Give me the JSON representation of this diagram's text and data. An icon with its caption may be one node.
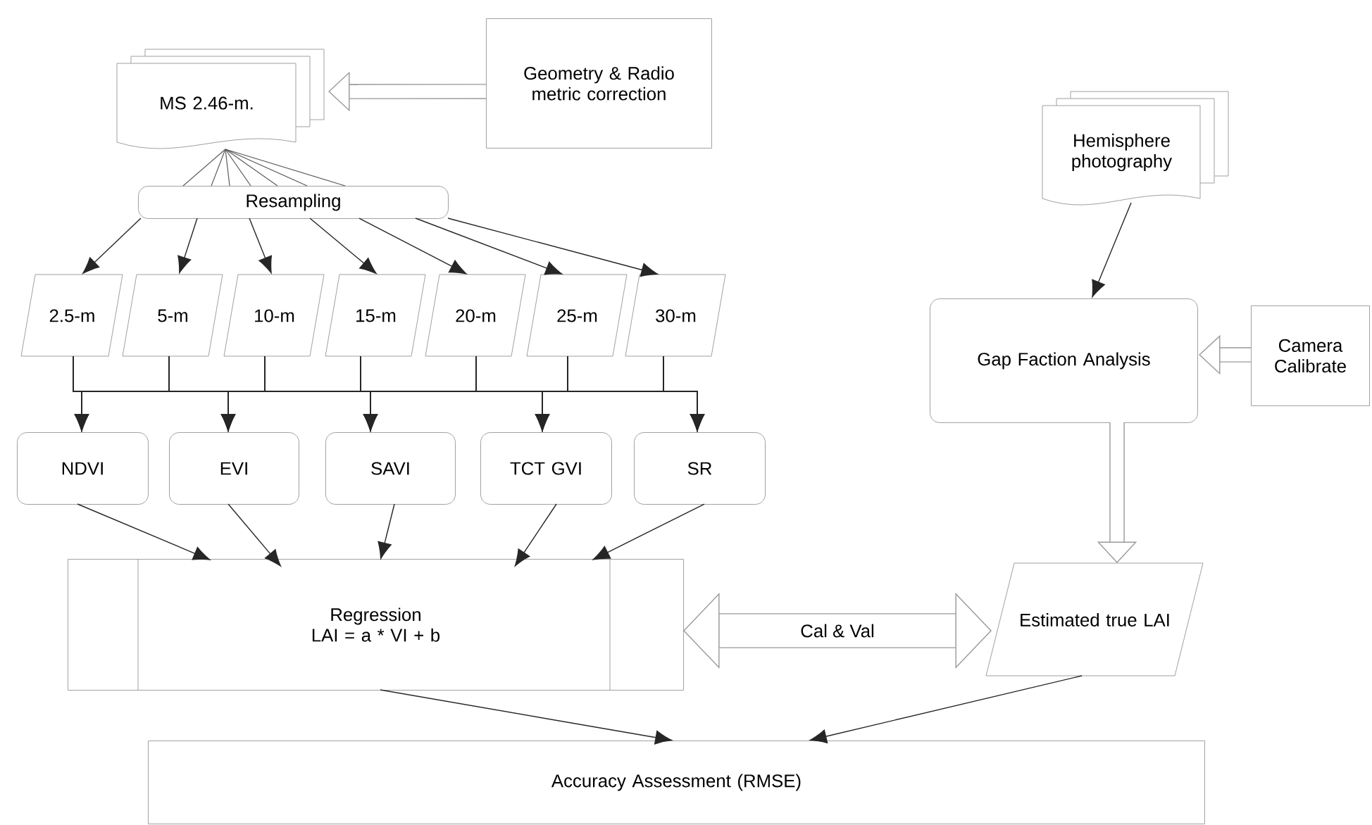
{
  "diagram": {
    "nodes": [
      {
        "text": [
          "MS 2.46-m."
        ]
      },
      {
        "text": [
          "Geometry & Radio metric correction"
        ]
      },
      {
        "text": [
          "Resampling"
        ]
      },
      {
        "text": [
          "2.5-m"
        ]
      },
      {
        "text": [
          "5-m"
        ]
      },
      {
        "text": [
          "10-m"
        ]
      },
      {
        "text": [
          "15-m"
        ]
      },
      {
        "text": [
          "20-m"
        ]
      },
      {
        "text": [
          "25-m"
        ]
      },
      {
        "text": [
          "30-m"
        ]
      },
      {
        "text": [
          "NDVI"
        ]
      },
      {
        "text": [
          "EVI"
        ]
      },
      {
        "text": [
          "SAVI"
        ]
      },
      {
        "text": [
          "TCT GVI"
        ]
      },
      {
        "text": [
          "SR"
        ]
      },
      {
        "text": [
          "Regression",
          "LAI = a * VI + b"
        ]
      },
      {
        "text": [
          "Accuracy Assessment (RMSE)"
        ]
      },
      {
        "text": [
          "Hemisphere photography"
        ]
      },
      {
        "text": [
          "Gap Faction Analysis"
        ]
      },
      {
        "text": [
          "Camera Calibrate"
        ]
      },
      {
        "text": [
          "Estimated true LAI"
        ]
      }
    ],
    "edges": [
      {
        "from": 1,
        "to": 0,
        "arrow": "to",
        "style": "thick",
        "color": "#999999"
      },
      {
        "from": 0,
        "to": 2,
        "arrow": "none"
      },
      {
        "from": 0,
        "to": 2,
        "arrow": "none"
      },
      {
        "from": 0,
        "to": 2,
        "arrow": "none"
      },
      {
        "from": 0,
        "to": 2,
        "arrow": "none"
      },
      {
        "from": 0,
        "to": 2,
        "arrow": "none"
      },
      {
        "from": 0,
        "to": 2,
        "arrow": "none"
      },
      {
        "from": 0,
        "to": 2,
        "arrow": "none"
      },
      {
        "from": 2,
        "to": 3,
        "arrow": "to"
      },
      {
        "from": 2,
        "to": 4,
        "arrow": "to"
      },
      {
        "from": 2,
        "to": 5,
        "arrow": "to"
      },
      {
        "from": 2,
        "to": 6,
        "arrow": "to"
      },
      {
        "from": 2,
        "to": 7,
        "arrow": "to"
      },
      {
        "from": 2,
        "to": 8,
        "arrow": "to"
      },
      {
        "from": 2,
        "to": 9,
        "arrow": "to"
      },
      {
        "from": 3,
        "to": 10,
        "arrow": "to"
      },
      {
        "from": 3,
        "to": 11,
        "arrow": "to"
      },
      {
        "from": 3,
        "to": 12,
        "arrow": "to"
      },
      {
        "from": 3,
        "to": 13,
        "arrow": "to"
      },
      {
        "from": 3,
        "to": 14,
        "arrow": "to"
      },
      {
        "from": 4,
        "to": 10,
        "arrow": "to"
      },
      {
        "from": 4,
        "to": 11,
        "arrow": "to"
      },
      {
        "from": 4,
        "to": 12,
        "arrow": "to"
      },
      {
        "from": 4,
        "to": 13,
        "arrow": "to"
      },
      {
        "from": 4,
        "to": 14,
        "arrow": "to"
      },
      {
        "from": 5,
        "to": 10,
        "arrow": "to"
      },
      {
        "from": 5,
        "to": 11,
        "arrow": "to"
      },
      {
        "from": 5,
        "to": 12,
        "arrow": "to"
      },
      {
        "from": 5,
        "to": 13,
        "arrow": "to"
      },
      {
        "from": 5,
        "to": 14,
        "arrow": "to"
      },
      {
        "from": 6,
        "to": 10,
        "arrow": "to"
      },
      {
        "from": 6,
        "to": 11,
        "arrow": "to"
      },
      {
        "from": 6,
        "to": 12,
        "arrow": "to"
      },
      {
        "from": 6,
        "to": 13,
        "arrow": "to"
      },
      {
        "from": 6,
        "to": 14,
        "arrow": "to"
      },
      {
        "from": 7,
        "to": 10,
        "arrow": "to"
      },
      {
        "from": 7,
        "to": 11,
        "arrow": "to"
      },
      {
        "from": 7,
        "to": 12,
        "arrow": "to"
      },
      {
        "from": 7,
        "to": 13,
        "arrow": "to"
      },
      {
        "from": 7,
        "to": 14,
        "arrow": "to"
      },
      {
        "from": 8,
        "to": 10,
        "arrow": "to"
      },
      {
        "from": 8,
        "to": 11,
        "arrow": "to"
      },
      {
        "from": 8,
        "to": 12,
        "arrow": "to"
      },
      {
        "from": 8,
        "to": 13,
        "arrow": "to"
      },
      {
        "from": 8,
        "to": 14,
        "arrow": "to"
      },
      {
        "from": 9,
        "to": 10,
        "arrow": "to"
      },
      {
        "from": 9,
        "to": 11,
        "arrow": "to"
      },
      {
        "from": 9,
        "to": 12,
        "arrow": "to"
      },
      {
        "from": 9,
        "to": 13,
        "arrow": "to"
      },
      {
        "from": 9,
        "to": 14,
        "arrow": "to"
      },
      {
        "from": 10,
        "to": 15,
        "arrow": "to"
      },
      {
        "from": 11,
        "to": 15,
        "arrow": "to"
      },
      {
        "from": 12,
        "to": 15,
        "arrow": "to"
      },
      {
        "from": 13,
        "to": 15,
        "arrow": "to"
      },
      {
        "from": 14,
        "to": 15,
        "arrow": "to"
      },
      {
        "from": 15,
        "to": 16,
        "arrow": "to"
      },
      {
        "from": 20,
        "to": 16,
        "arrow": "to"
      },
      {
        "from": 17,
        "to": 18,
        "arrow": "to"
      },
      {
        "from": 19,
        "to": 18,
        "arrow": "to",
        "style": "thick",
        "color": "#999999"
      },
      {
        "from": 18,
        "to": 20,
        "arrow": "to",
        "style": "thick",
        "color": "#999999"
      },
      {
        "from": 15,
        "to": 20,
        "arrow": "both",
        "style": "thick",
        "color": "#999999",
        "label": "Cal & Val"
      }
    ]
  }
}
